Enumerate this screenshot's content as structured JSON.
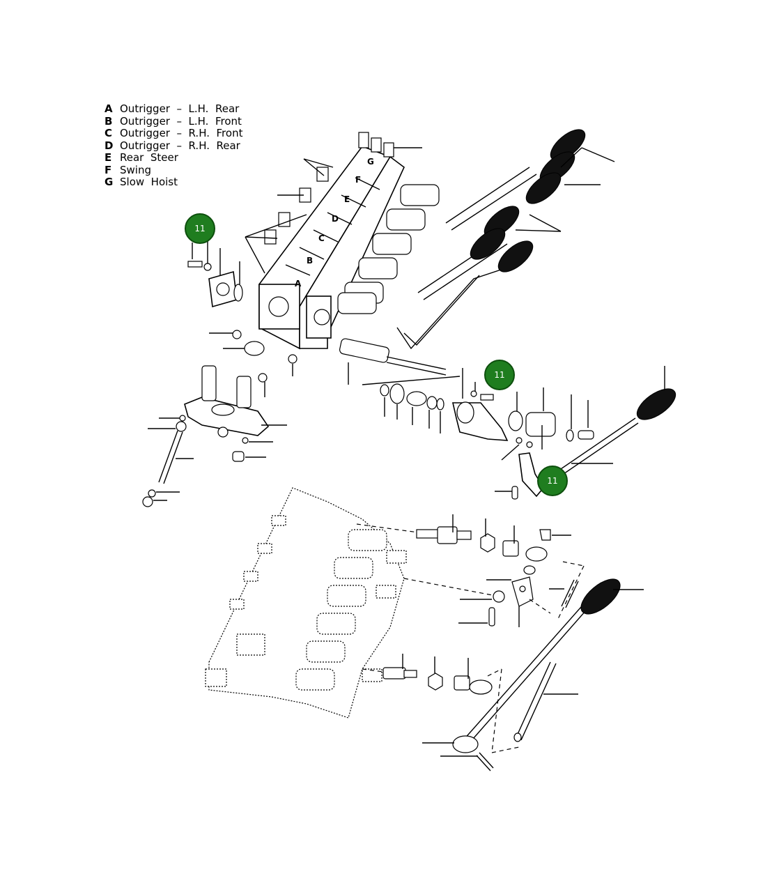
{
  "legend": {
    "items": [
      {
        "letter": "A",
        "text": "Outrigger  –  L.H.  Rear"
      },
      {
        "letter": "B",
        "text": "Outrigger  –  L.H.  Front"
      },
      {
        "letter": "C",
        "text": "Outrigger  –  R.H.  Front"
      },
      {
        "letter": "D",
        "text": "Outrigger  –  R.H.  Rear"
      },
      {
        "letter": "E",
        "text": "Rear  Steer"
      },
      {
        "letter": "F",
        "text": "Swing"
      },
      {
        "letter": "G",
        "text": "Slow  Hoist"
      }
    ]
  },
  "valve_labels": [
    "A",
    "B",
    "C",
    "D",
    "E",
    "F",
    "G"
  ],
  "callouts": [
    {
      "label": "11",
      "color": "#1f7d1f"
    },
    {
      "label": "11",
      "color": "#1f7d1f"
    },
    {
      "label": "11",
      "color": "#1f7d1f"
    }
  ]
}
